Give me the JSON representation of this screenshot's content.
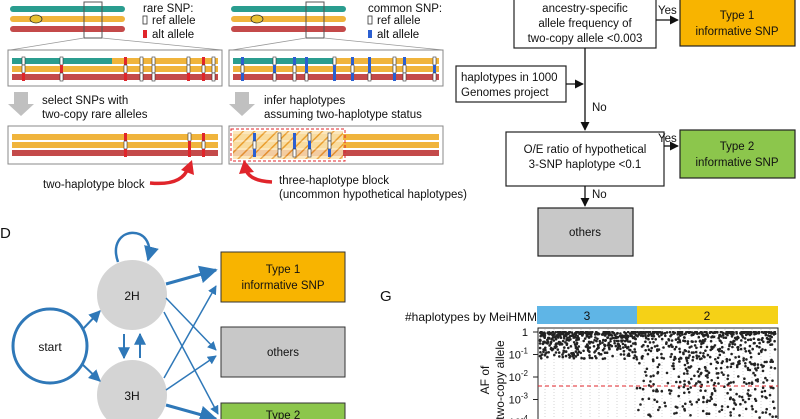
{
  "colors": {
    "teal": "#2a9d8f",
    "orange": "#f0b43c",
    "brick": "#c44a4a",
    "red_tick": "#e0252b",
    "blue_tick": "#2b5fd1",
    "box_gray": "#c8c8c8",
    "node_gray": "#d4d4d4",
    "type1_fill": "#f8b400",
    "type2_fill": "#8cc64c",
    "flow_blue": "#2f78b8",
    "arrow_red": "#e0252b",
    "hmm_blue": "#5fb5e6",
    "hmm_yellow": "#f5d117"
  },
  "panel_top_left": {
    "rare_legend": {
      "title": "rare SNP:",
      "ref": "ref allele",
      "alt": "alt allele"
    },
    "common_legend": {
      "title": "common SNP:",
      "ref": "ref allele",
      "alt": "alt allele"
    },
    "step_left": [
      "select SNPs with",
      "two-copy rare alleles"
    ],
    "step_right": [
      "infer haplotypes",
      "assuming two-haplotype status"
    ],
    "caption_left": "two-haplotype block",
    "caption_right": [
      "three-haplotype block",
      "(uncommon hypothetical haplotypes)"
    ]
  },
  "flowchart": {
    "box_af": [
      "ancestry-specific",
      "allele frequency of",
      "two-copy allele <0.003"
    ],
    "yes1": "Yes",
    "type1": [
      "Type 1",
      "informative SNP"
    ],
    "box_1000g": [
      "haplotypes in 1000",
      "Genomes project"
    ],
    "no1": "No",
    "box_oe": [
      "O/E ratio of hypothetical",
      "3-SNP haplotype <0.1"
    ],
    "yes2": "Yes",
    "type2": [
      "Type 2",
      "informative SNP"
    ],
    "no2": "No",
    "others": "others"
  },
  "panel_d": {
    "label": "D",
    "start": "start",
    "node_2h": "2H",
    "node_3h": "3H",
    "type1": [
      "Type 1",
      "informative SNP"
    ],
    "others": "others",
    "type2": "Type 2"
  },
  "panel_g": {
    "label": "G",
    "hmm_title": "#haplotypes by MeiHMM",
    "hmm_segments": [
      "3",
      "2"
    ],
    "ylabel": [
      "AF of",
      "two-copy allele"
    ],
    "yticks": [
      {
        "base": "1",
        "exp": ""
      },
      {
        "base": "10",
        "exp": "-1"
      },
      {
        "base": "10",
        "exp": "-2"
      },
      {
        "base": "10",
        "exp": "-3"
      },
      {
        "base": "10",
        "exp": "-4"
      }
    ],
    "threshold": 0.003
  }
}
